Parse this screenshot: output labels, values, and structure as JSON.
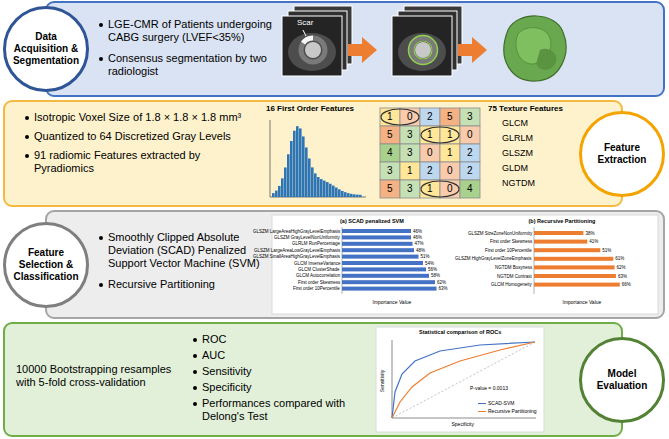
{
  "diagram": {
    "nodes": [
      {
        "text": [
          "Data Acquisition & Segmentation"
        ]
      },
      {
        "text": [
          "LGE-CMR of Patients undergoing CABG surgery (LVEF<35%)",
          "Consensus segmentation by two radiologist"
        ]
      },
      {
        "text": [
          "Isotropic Voxel Size of 1.8 × 1.8 × 1.8 mm³",
          "Quantized to 64 Discretized Gray Levels",
          "91 radiomic Features extracted by Pyradiomics"
        ]
      },
      {
        "text": [
          "Feature Extraction"
        ]
      },
      {
        "text": [
          "Feature Selection & Classification"
        ]
      },
      {
        "text": [
          "Smoothly Clipped Absolute Deviation (SCAD) Penalized Support Vector Machine (SVM)",
          "Recursive Partitioning"
        ]
      },
      {
        "text": [
          "10000 Bootstrapping resamples with 5-fold cross-validation",
          "ROC",
          "AUC",
          "Sensitivity",
          "Specificity",
          "Performances compared with Delong's Test"
        ]
      },
      {
        "text": [
          "Model Evaluation"
        ]
      }
    ],
    "labels": [
      "Scar",
      "16 First Order Features",
      "75 Texture Features",
      "1",
      "0",
      "2",
      "5",
      "3",
      "5",
      "3",
      "1",
      "1",
      "0",
      "4",
      "3",
      "0",
      "1",
      "2",
      "3",
      "1",
      "2",
      "0",
      "2",
      "5",
      "3",
      "1",
      "0",
      "4",
      "GLCM",
      "GLRLM",
      "GLSZM",
      "GLDM",
      "NGTDM",
      "(a) SCAD penalized SVM",
      "GLSZM LargeAreaHighGrayLevelEmphasis",
      "46%",
      "GLSZM GrayLevelNonUniformity",
      "46%",
      "GLRLM RunPercentage",
      "47%",
      "GLSZM LargeAreaLowGrayLevelEmphasis",
      "48%",
      "GLSZM SmallAreaHighGrayLevelEmphasis",
      "51%",
      "GLCM InverseVariance",
      "54%",
      "GLCM ClusterShade",
      "56%",
      "GLCM Autocorrelation",
      "58%",
      "First order Skewness",
      "62%",
      "First order 10Percentile",
      "63%",
      "Importance Value",
      "(b) Recursive Partitioning",
      "GLSZM SizeZoneNonUniformity",
      "38%",
      "First order Skewness",
      "41%",
      "First order 10Percentile",
      "51%",
      "GLSZM HighGrayLevelZoneEmphasis",
      "61%",
      "NGTDM Busyness",
      "62%",
      "NGTDM Contrast",
      "63%",
      "GLCM Homogeneity",
      "66%",
      "Importance Value",
      "Statistical comparison of ROCs",
      "P-value = 0.0013",
      "Specificity",
      "Sensitivity"
    ],
    "legend": [
      {
        "text": "SCAD-SVM"
      },
      {
        "text": "Recursive Partitioning"
      }
    ]
  }
}
